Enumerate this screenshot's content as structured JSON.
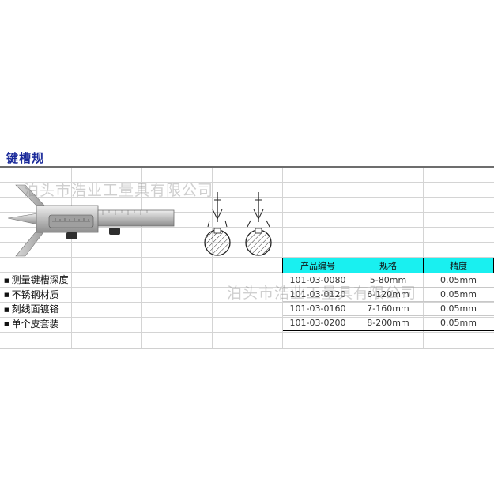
{
  "title": "键槽规",
  "watermark": {
    "line_top": "泊头市浩业工量具有限公司",
    "line_bottom": "泊头市浩业工量具有限公司"
  },
  "table": {
    "headers": [
      "产品编号",
      "规格",
      "精度"
    ],
    "rows": [
      [
        "101-03-0080",
        "5-80mm",
        "0.05mm"
      ],
      [
        "101-03-0120",
        "6-120mm",
        "0.05mm"
      ],
      [
        "101-03-0160",
        "7-160mm",
        "0.05mm"
      ],
      [
        "101-03-0200",
        "8-200mm",
        "0.05mm"
      ]
    ]
  },
  "features": [
    "测量键槽深度",
    "不锈钢材质",
    "刻线面镀铬",
    "单个皮套装"
  ],
  "colors": {
    "title": "#1a2a9a",
    "table_header_bg": "#19f0f0",
    "grid": "#d4d4d4"
  }
}
